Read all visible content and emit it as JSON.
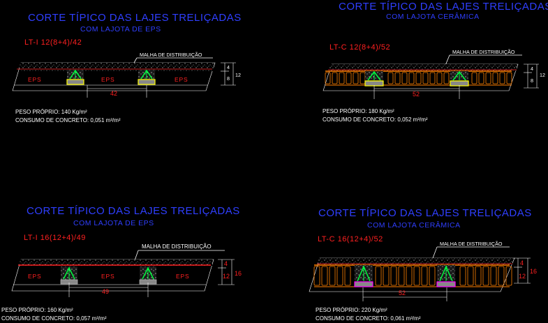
{
  "panels": [
    {
      "title": "CORTE TÍPICO DAS LAJES TRELIÇADAS",
      "subtitle": "COM LAJOTA DE EPS",
      "code": "LT-I 12(8+4)/42",
      "mesh_label": "MALHA DE DISTRIBUIÇÃO",
      "filler_label": "EPS",
      "span": "42",
      "dim_top": "4",
      "dim_bottom": "8",
      "dim_total": "12",
      "weight": "PESO PRÓPRIO: 140 Kg/m²",
      "concrete": "CONSUMO DE CONCRETO: 0,051 m³/m²"
    },
    {
      "title": "CORTE TÍPICO DAS LAJES TRELIÇADAS",
      "subtitle": "COM LAJOTA CERÂMICA",
      "code": "LT-C 12(8+4)/52",
      "mesh_label": "MALHA DE DISTRIBUIÇÃO",
      "span": "52",
      "dim_top": "4",
      "dim_bottom": "8",
      "dim_total": "12",
      "weight": "PESO PRÓPRIO: 180 Kg/m²",
      "concrete": "CONSUMO DE CONCRETO: 0,052 m³/m²"
    },
    {
      "title": "CORTE TÍPICO DAS LAJES TRELIÇADAS",
      "subtitle": "COM LAJOTA DE EPS",
      "code": "LT-I 16(12+4)/49",
      "mesh_label": "MALHA DE DISTRIBUIÇÃO",
      "filler_label": "EPS",
      "span": "49",
      "dim_top": "4",
      "dim_bottom": "12",
      "dim_total": "16",
      "weight": "PESO PRÓPRIO: 160 Kg/m²",
      "concrete": "CONSUMO DE CONCRETO: 0,057 m³/m²"
    },
    {
      "title": "CORTE TÍPICO DAS LAJES TRELIÇADAS",
      "subtitle": "COM LAJOTA CERÂMICA",
      "code": "LT-C 16(12+4)/52",
      "mesh_label": "MALHA DE DISTRIBUIÇÃO",
      "span": "52",
      "dim_top": "4",
      "dim_bottom": "12",
      "dim_total": "16",
      "weight": "PESO PRÓPRIO: 220 Kg/m²",
      "concrete": "CONSUMO DE CONCRETO: 0,061 m³/m²"
    }
  ],
  "colors": {
    "background": "#000000",
    "title": "#2f3fff",
    "code": "#ff2020",
    "concrete_hatch": "#ffffff",
    "truss": "#00ff40",
    "joist_base": "#ffff00",
    "ceramic": "#ff8000",
    "ceramic_base": "#ff00ff",
    "dimension": "#ffffff"
  }
}
